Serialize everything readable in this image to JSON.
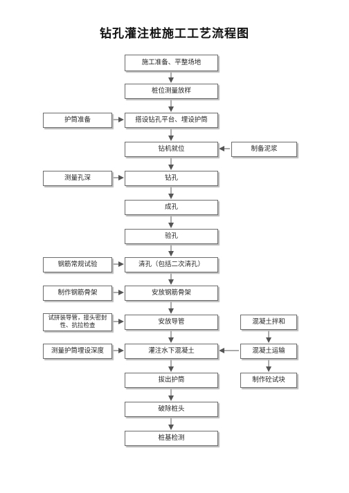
{
  "title": "钻孔灌注桩施工工艺流程图",
  "main_steps": [
    "施工准备、平整场地",
    "桩位测量放样",
    "搭设钻孔平台、埋设护筒",
    "钻机就位",
    "钻孔",
    "成孔",
    "验孔",
    "清孔（包括二次清孔）",
    "安放钢筋骨架",
    "安放导管",
    "灌注水下混凝土",
    "拔出护筒",
    "破除桩头",
    "桩基检测"
  ],
  "left_steps": [
    "护筒准备",
    "测量孔深",
    "钢筋常规试验",
    "制作钢筋骨架",
    "试拼装导管，接头密封性、抗拉检查",
    "测量护筒埋设深度"
  ],
  "right_steps": [
    "制备泥浆",
    "混凝土拌和",
    "混凝土运输",
    "制作砼试块"
  ]
}
